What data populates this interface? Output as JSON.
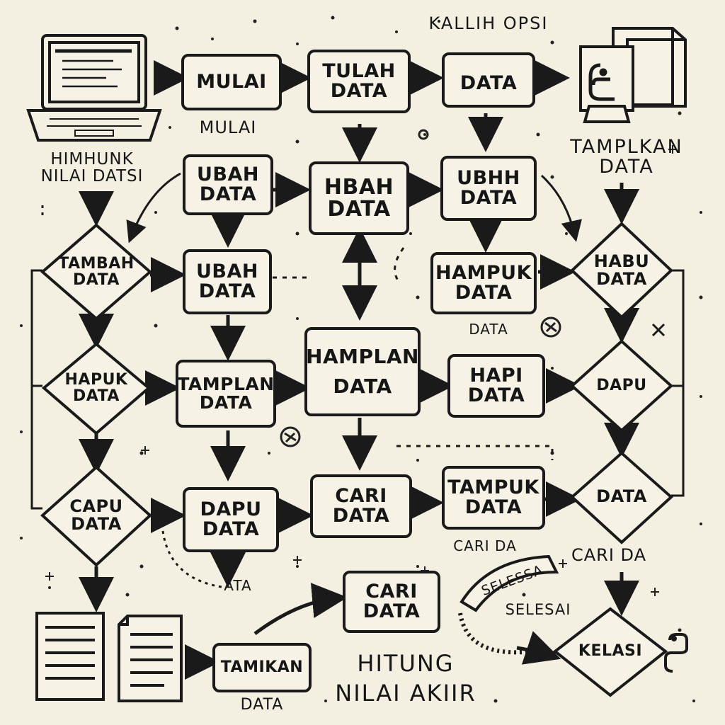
{
  "title": "HITUNG\nNILAI AKIIR",
  "top_caption": "KALLIH OPSI",
  "process_boxes": {
    "mulai": "MULAI",
    "tulah_data": "TULAH\nDATA",
    "data_top": "DATA",
    "ubah_data_1": "UBAH\nDATA",
    "hbah_data": "HBAH\nDATA",
    "ubhh_data": "UBHH\nDATA",
    "ubah_data_2": "UBAH\nDATA",
    "hampuk_data": "HAMPUK\nDATA",
    "hamplan_data": "HAMPLAN\nDATA",
    "tamplan_data": "TAMPLAN\nDATA",
    "hapi_data": "HAPI\nDATA",
    "dapu_data": "DAPU\nDATA",
    "cari_data_1": "CARI\nDATA",
    "tampuk_data": "TAMPUK\nDATA",
    "cari_data_2": "CARI\nDATA",
    "tamikan": "TAMIKAN"
  },
  "decisions": {
    "tambah_data": "TAMBAH\nDATA",
    "hapuk_data": "HAPUK\nDATA",
    "capu_data": "CAPU\nDATA",
    "habu_data": "HABU\nDATA",
    "dapu": "DAPU",
    "data": "DATA",
    "kelasi": "KELASI"
  },
  "annotations": {
    "mulai_caption": "MULAI",
    "himpunk": "HIMHUNK\nNILAI DATSI",
    "tampilkan": "TAMPLKAN\nDATA",
    "data_under_hampuk": "DATA",
    "cari_da_1": "CARI DA",
    "cari_da_2": "CARI DA",
    "ata": "ATA",
    "data_bottom": "DATA",
    "selesai": "SELESAI",
    "selessa_banner": "SELESSA"
  },
  "icons": [
    "laptop-icon",
    "computer-icon",
    "python-logo-icon",
    "document-icon",
    "document-icon",
    "python-logo-icon"
  ]
}
